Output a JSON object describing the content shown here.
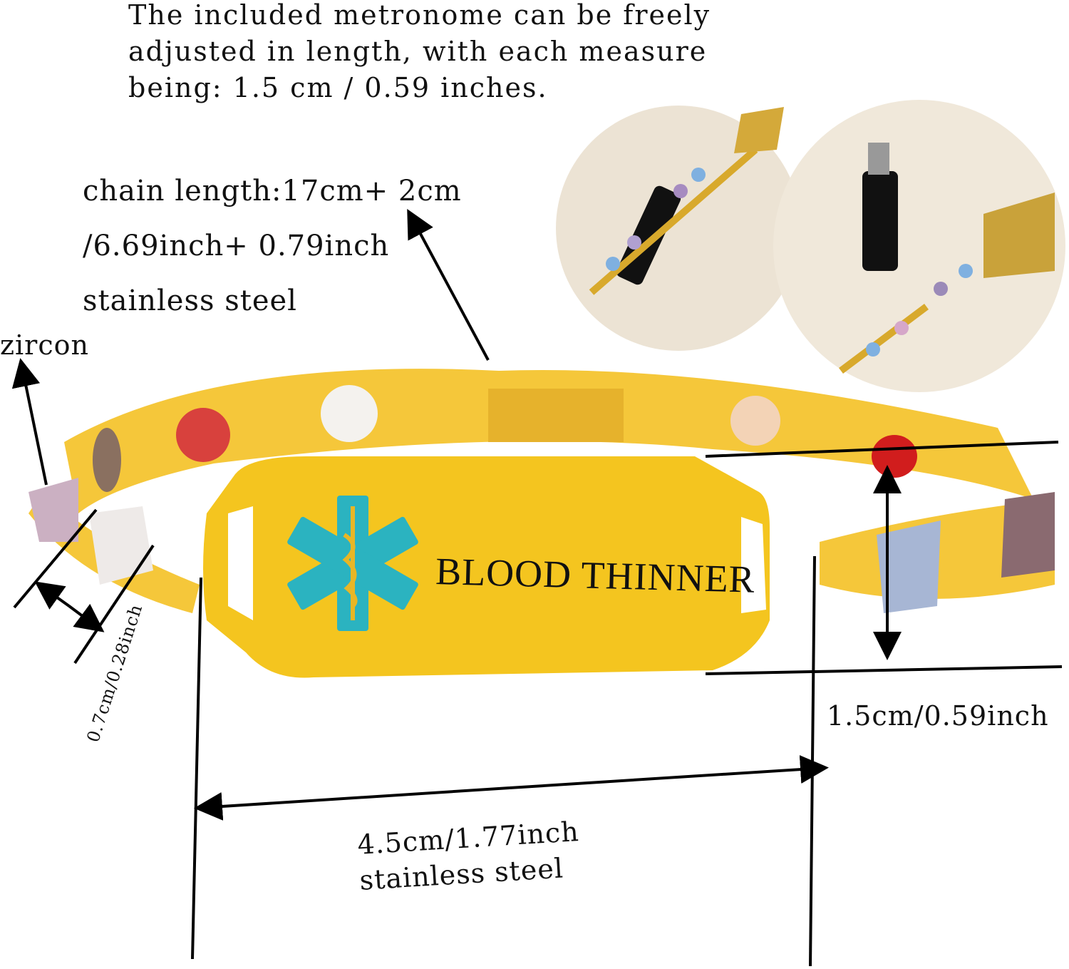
{
  "intro_text": [
    "The included metronome can be freely",
    "adjusted in length, with each measure",
    "being: 1.5 cm / 0.59 inches."
  ],
  "chain_spec": [
    "chain length:17cm+ 2cm",
    "/6.69inch+ 0.79inch",
    "stainless steel"
  ],
  "zircon_label": "zircon",
  "tag_engraving": "BLOOD THINNER",
  "zircon_size_label": "0.7cm/0.28inch",
  "tag_width_label": "1.5cm/0.59inch",
  "tag_length_label": [
    "4.5cm/1.77inch",
    "stainless steel"
  ],
  "colors": {
    "gold": "#f2c230",
    "medical_star": "#2bb3c0",
    "stone_red": "#d8413d",
    "background": "#ffffff"
  }
}
